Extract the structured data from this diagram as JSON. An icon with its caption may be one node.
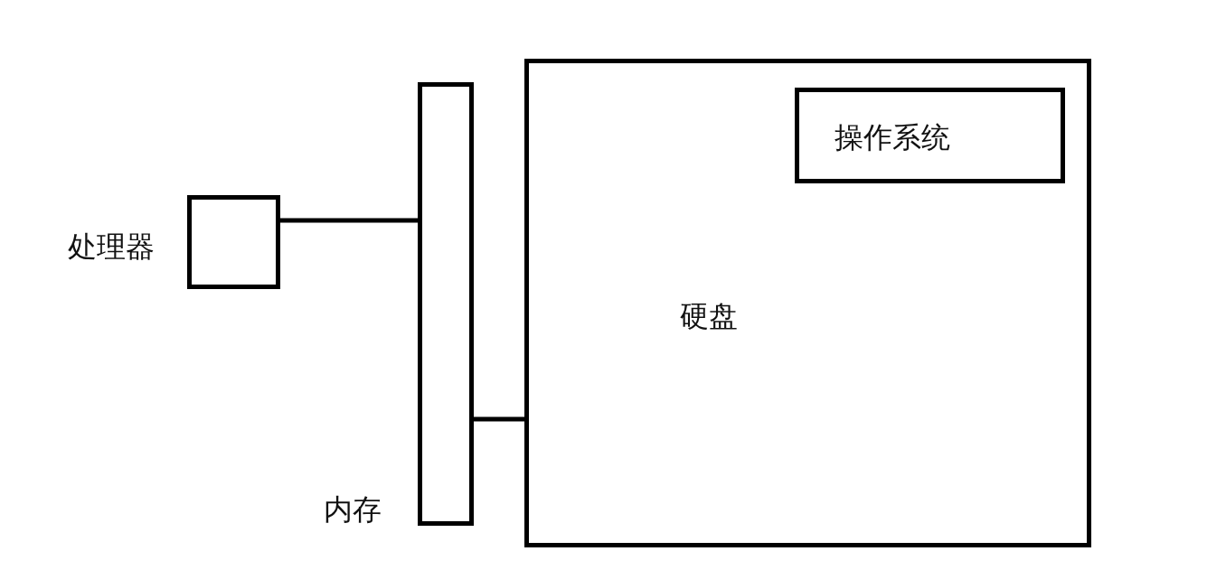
{
  "diagram": {
    "nodes": [
      {
        "text": [
          "处理器"
        ]
      },
      {
        "text": [
          "内存"
        ]
      },
      {
        "text": [
          "硬盘"
        ]
      },
      {
        "text": [
          "操作系统"
        ],
        "in": 2
      }
    ],
    "edges": [
      {
        "from": 0,
        "to": 1,
        "arrow": "none"
      },
      {
        "from": 1,
        "to": 2,
        "arrow": "none"
      }
    ]
  }
}
